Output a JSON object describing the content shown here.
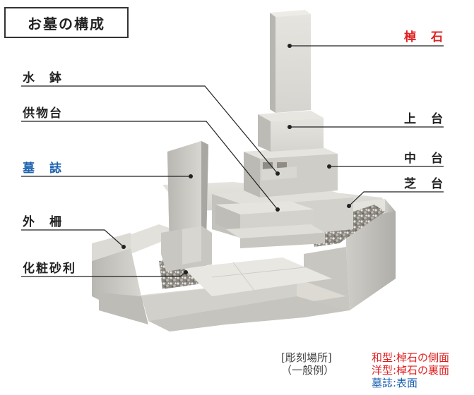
{
  "title": "お墓の構成",
  "labels": {
    "saoishi": "棹　石",
    "joudai": "上　台",
    "nakadai": "中　台",
    "shibadai": "芝　台",
    "mizubachi": "水　鉢",
    "kumotsudai": "供物台",
    "boshi": "墓　誌",
    "sotosaku": "外　柵",
    "keshou_jari": "化粧砂利"
  },
  "notes": {
    "engrave_place": "[彫刻場所]",
    "general_example": "（一般例）",
    "wagata": "和型:棹石の側面",
    "yougata": "洋型:棹石の裏面",
    "boshi_face": "墓誌:表面"
  },
  "colors": {
    "accent_red": "#e02020",
    "accent_blue": "#1e63b0",
    "text": "#222222",
    "stone": "#cfcdc8"
  }
}
